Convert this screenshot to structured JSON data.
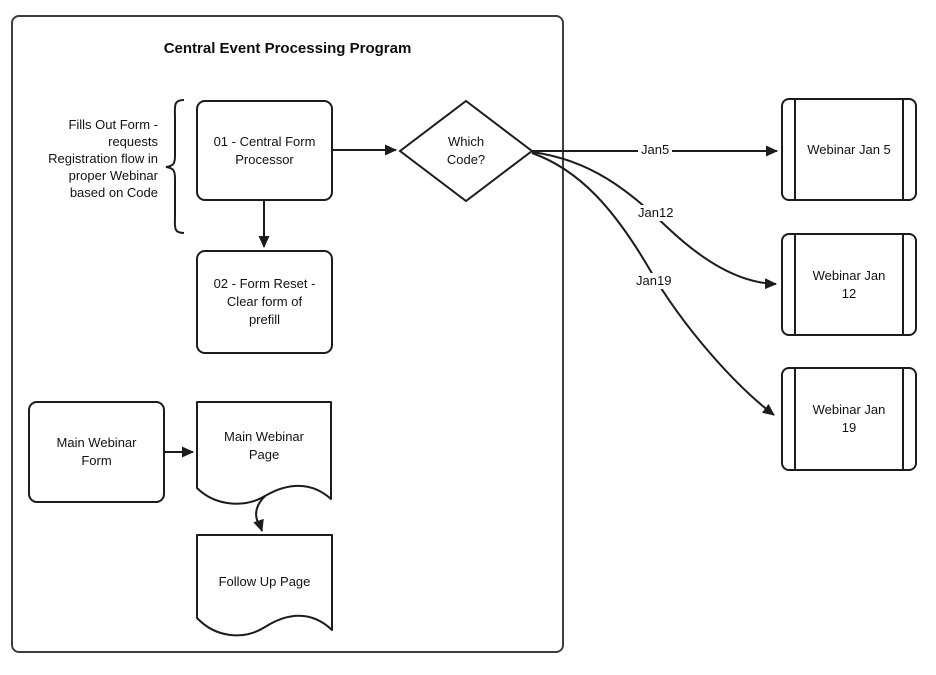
{
  "diagram": {
    "title": "Central Event Processing Program",
    "annotation": "Fills Out Form -\nrequests\nRegistration flow in\nproper Webinar\nbased on Code",
    "nodes": {
      "box01": {
        "label": "01 - Central Form\nProcessor",
        "type": "process"
      },
      "box02": {
        "label": "02 - Form Reset -\nClear form of\nprefill",
        "type": "process"
      },
      "decision": {
        "label": "Which\nCode?",
        "type": "decision"
      },
      "main_webinar_form": {
        "label": "Main Webinar\nForm",
        "type": "process"
      },
      "main_webinar_page": {
        "label": "Main Webinar\nPage",
        "type": "document"
      },
      "follow_up_page": {
        "label": "Follow Up Page",
        "type": "document"
      },
      "webinar_jan5": {
        "label": "Webinar Jan 5",
        "type": "predefined-process"
      },
      "webinar_jan12": {
        "label": "Webinar Jan\n12",
        "type": "predefined-process"
      },
      "webinar_jan19": {
        "label": "Webinar Jan\n19",
        "type": "predefined-process"
      }
    },
    "edge_labels": {
      "jan5": "Jan5",
      "jan12": "Jan12",
      "jan19": "Jan19"
    },
    "colors": {
      "shape_stroke": "#1c1c1c",
      "container_stroke": "#3e3e3e",
      "background": "#ffffff",
      "text": "#121212"
    }
  }
}
